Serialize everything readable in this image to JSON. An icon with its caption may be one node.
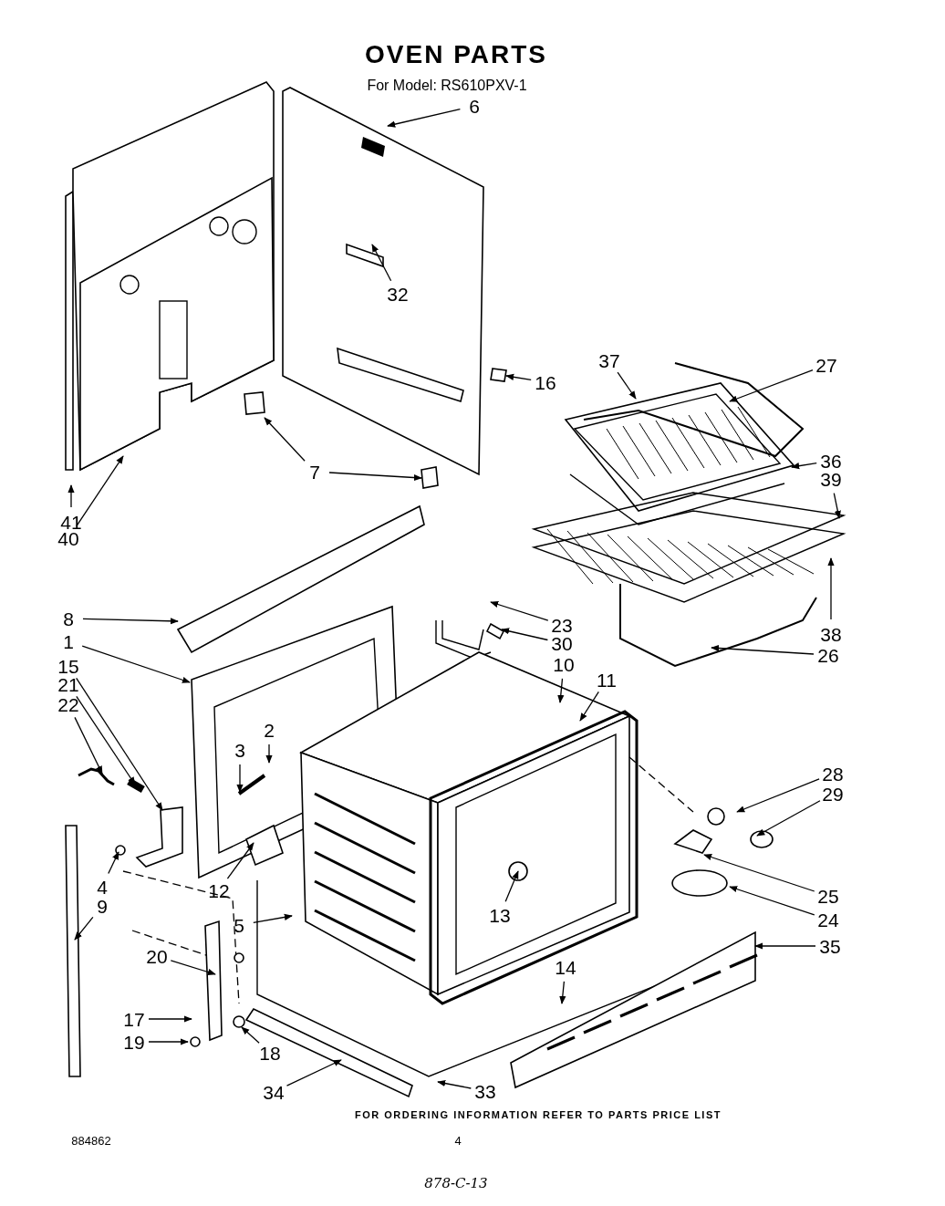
{
  "diagram": {
    "title": "OVEN PARTS",
    "nodes": [
      {
        "text": [
          "6"
        ]
      },
      {
        "text": [
          "32"
        ]
      },
      {
        "text": [
          "37"
        ]
      },
      {
        "text": [
          "27"
        ]
      },
      {
        "text": [
          "16"
        ]
      },
      {
        "text": [
          "36"
        ]
      },
      {
        "text": [
          "7"
        ]
      },
      {
        "text": [
          "39"
        ]
      },
      {
        "text": [
          "41"
        ]
      },
      {
        "text": [
          "40"
        ]
      },
      {
        "text": [
          "8"
        ]
      },
      {
        "text": [
          "23"
        ]
      },
      {
        "text": [
          "38"
        ]
      },
      {
        "text": [
          "1"
        ]
      },
      {
        "text": [
          "30"
        ]
      },
      {
        "text": [
          "26"
        ]
      },
      {
        "text": [
          "10"
        ]
      },
      {
        "text": [
          "15"
        ]
      },
      {
        "text": [
          "11"
        ]
      },
      {
        "text": [
          "21"
        ]
      },
      {
        "text": [
          "22"
        ]
      },
      {
        "text": [
          "2"
        ]
      },
      {
        "text": [
          "3"
        ]
      },
      {
        "text": [
          "28"
        ]
      },
      {
        "text": [
          "29"
        ]
      },
      {
        "text": [
          "4"
        ]
      },
      {
        "text": [
          "12"
        ]
      },
      {
        "text": [
          "25"
        ]
      },
      {
        "text": [
          "9"
        ]
      },
      {
        "text": [
          "13"
        ]
      },
      {
        "text": [
          "5"
        ]
      },
      {
        "text": [
          "24"
        ]
      },
      {
        "text": [
          "20"
        ]
      },
      {
        "text": [
          "35"
        ]
      },
      {
        "text": [
          "14"
        ]
      },
      {
        "text": [
          "17"
        ]
      },
      {
        "text": [
          "19"
        ]
      },
      {
        "text": [
          "18"
        ]
      },
      {
        "text": [
          "34"
        ]
      },
      {
        "text": [
          "33"
        ]
      }
    ],
    "edges": [
      {
        "from": 0,
        "to": null,
        "arrow": "to"
      },
      {
        "from": 1,
        "to": null,
        "arrow": "to"
      },
      {
        "from": 2,
        "to": null,
        "arrow": "to"
      },
      {
        "from": 3,
        "to": null,
        "arrow": "to"
      },
      {
        "from": 4,
        "to": null,
        "arrow": "to"
      },
      {
        "from": 5,
        "to": null,
        "arrow": "to"
      },
      {
        "from": 6,
        "to": null,
        "arrow": "to"
      },
      {
        "from": 6,
        "to": null,
        "arrow": "to"
      },
      {
        "from": 7,
        "to": null,
        "arrow": "to"
      },
      {
        "from": 8,
        "to": null,
        "arrow": "to"
      },
      {
        "from": 9,
        "to": null,
        "arrow": "to"
      },
      {
        "from": 10,
        "to": null,
        "arrow": "to"
      },
      {
        "from": 11,
        "to": null,
        "arrow": "to"
      },
      {
        "from": 12,
        "to": null,
        "arrow": "to"
      },
      {
        "from": 13,
        "to": null,
        "arrow": "to"
      },
      {
        "from": 14,
        "to": null,
        "arrow": "to"
      },
      {
        "from": 15,
        "to": null,
        "arrow": "to"
      },
      {
        "from": 16,
        "to": null,
        "arrow": "to"
      },
      {
        "from": 17,
        "to": null,
        "arrow": "to"
      },
      {
        "from": 18,
        "to": null,
        "arrow": "to"
      },
      {
        "from": 19,
        "to": null,
        "arrow": "to"
      },
      {
        "from": 20,
        "to": null,
        "arrow": "to"
      },
      {
        "from": 21,
        "to": null,
        "arrow": "to"
      },
      {
        "from": 22,
        "to": null,
        "arrow": "to"
      },
      {
        "from": 23,
        "to": null,
        "arrow": "to"
      },
      {
        "from": 24,
        "to": null,
        "arrow": "to"
      },
      {
        "from": 25,
        "to": null,
        "arrow": "to"
      },
      {
        "from": 26,
        "to": null,
        "arrow": "to"
      },
      {
        "from": 27,
        "to": null,
        "arrow": "to"
      },
      {
        "from": 28,
        "to": null,
        "arrow": "to"
      },
      {
        "from": 29,
        "to": null,
        "arrow": "to"
      },
      {
        "from": 30,
        "to": null,
        "arrow": "to"
      },
      {
        "from": 31,
        "to": null,
        "arrow": "to"
      },
      {
        "from": 32,
        "to": null,
        "arrow": "to"
      },
      {
        "from": 33,
        "to": null,
        "arrow": "to"
      },
      {
        "from": 34,
        "to": null,
        "arrow": "to"
      },
      {
        "from": 35,
        "to": null,
        "arrow": "to"
      },
      {
        "from": 36,
        "to": null,
        "arrow": "to"
      },
      {
        "from": 37,
        "to": null,
        "arrow": "to"
      },
      {
        "from": 38,
        "to": null,
        "arrow": "to"
      },
      {
        "from": 39,
        "to": null,
        "arrow": "to"
      }
    ],
    "labels": [
      "For Model: RS610PXV-1",
      "FOR ORDERING INFORMATION REFER TO PARTS PRICE LIST",
      "884862",
      "4",
      "878-C-13"
    ]
  }
}
